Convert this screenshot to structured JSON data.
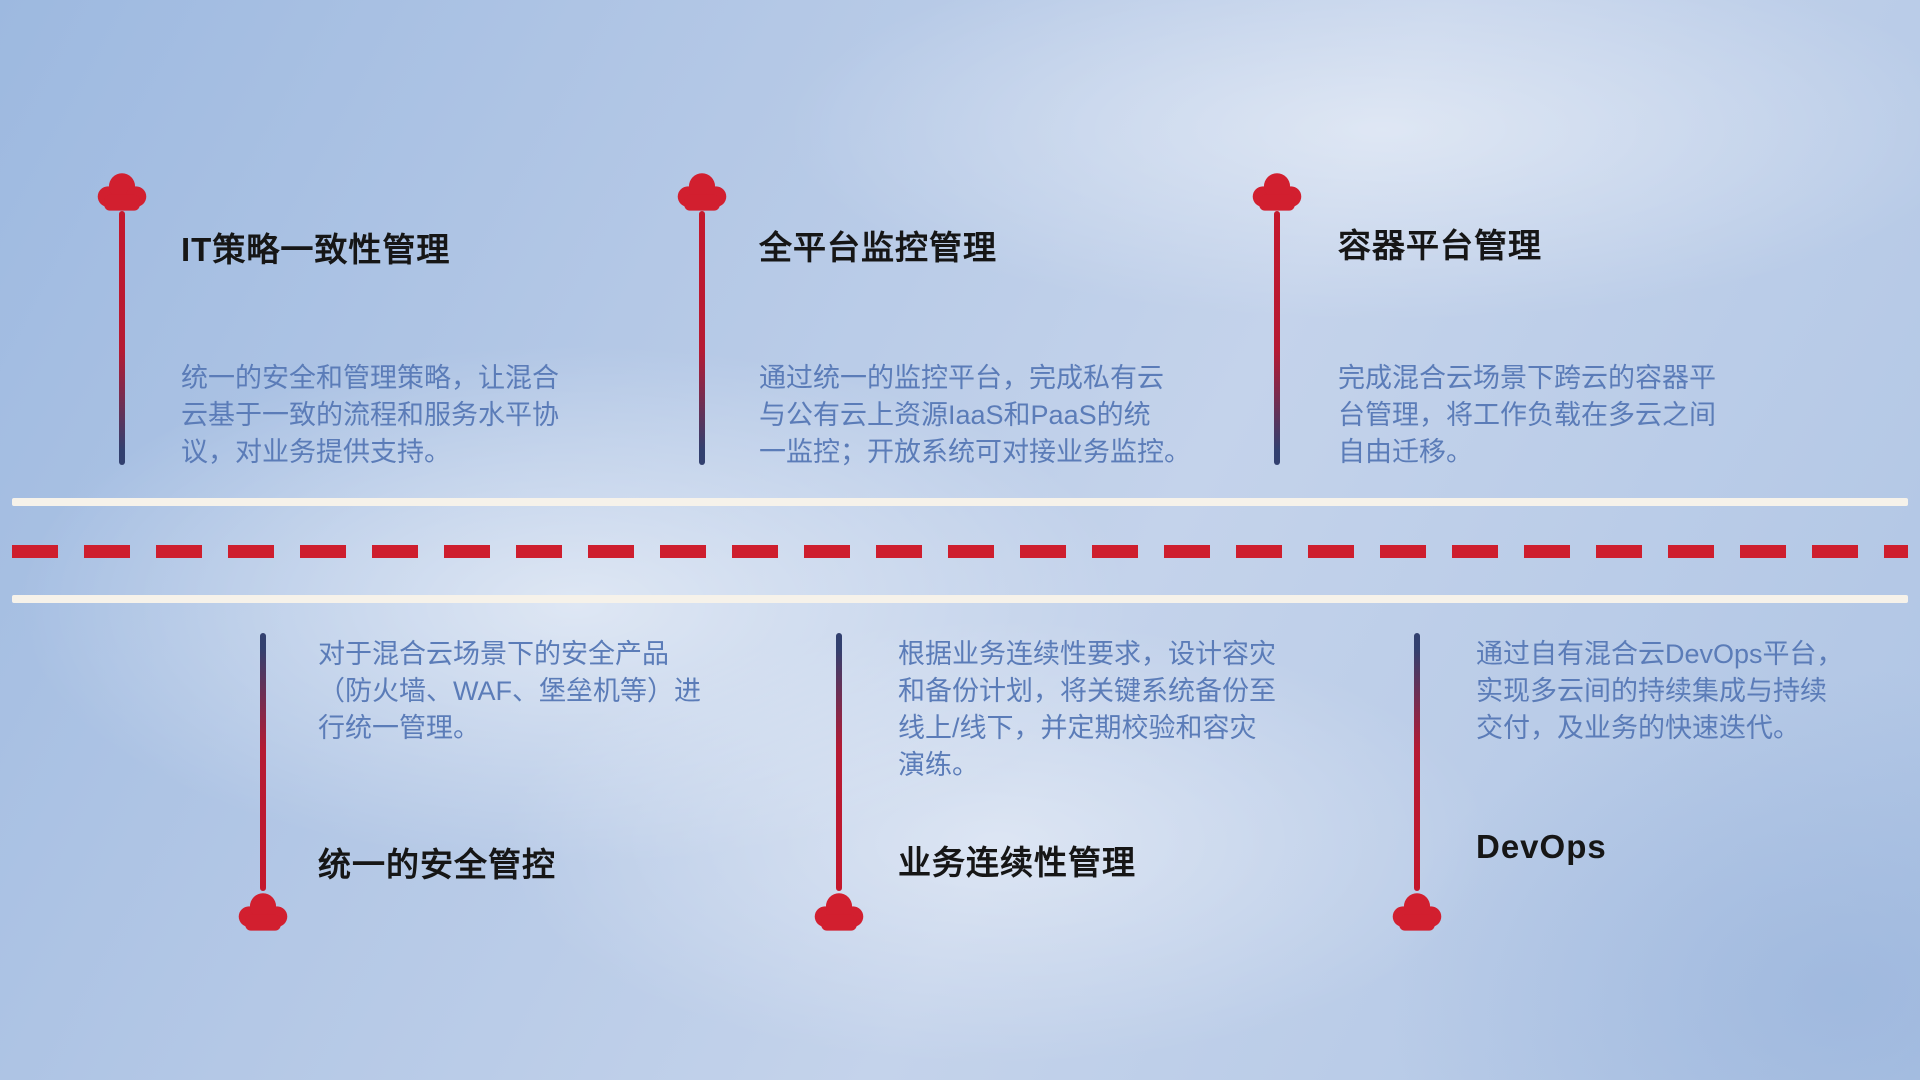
{
  "top_items": [
    {
      "title": "IT策略一致性管理",
      "description": "统一的安全和管理策略，让混合\n云基于一致的流程和服务水平协\n议，对业务提供支持。"
    },
    {
      "title": "全平台监控管理",
      "description": "通过统一的监控平台，完成私有云\n与公有云上资源IaaS和PaaS的统\n一监控；开放系统可对接业务监控。"
    },
    {
      "title": "容器平台管理",
      "description": "完成混合云场景下跨云的容器平\n台管理，将工作负载在多云之间\n自由迁移。"
    }
  ],
  "bottom_items": [
    {
      "title": "统一的安全管控",
      "description": "对于混合云场景下的安全产品\n（防火墙、WAF、堡垒机等）进\n行统一管理。"
    },
    {
      "title": "业务连续性管理",
      "description": "根据业务连续性要求，设计容灾\n和备份计划，将关键系统备份至\n线上/线下，并定期校验和容灾\n演练。"
    },
    {
      "title": "DevOps",
      "description": "通过自有混合云DevOps平台，\n实现多云间的持续集成与持续\n交付，及业务的快速迭代。"
    }
  ],
  "colors": {
    "cloud_red": "#d21f2f",
    "dash_red": "#ce1e2e",
    "stem_navy": "#32406f",
    "title_text": "#161616",
    "body_text": "#5b7cb8",
    "road_white": "#f6f2ea"
  }
}
